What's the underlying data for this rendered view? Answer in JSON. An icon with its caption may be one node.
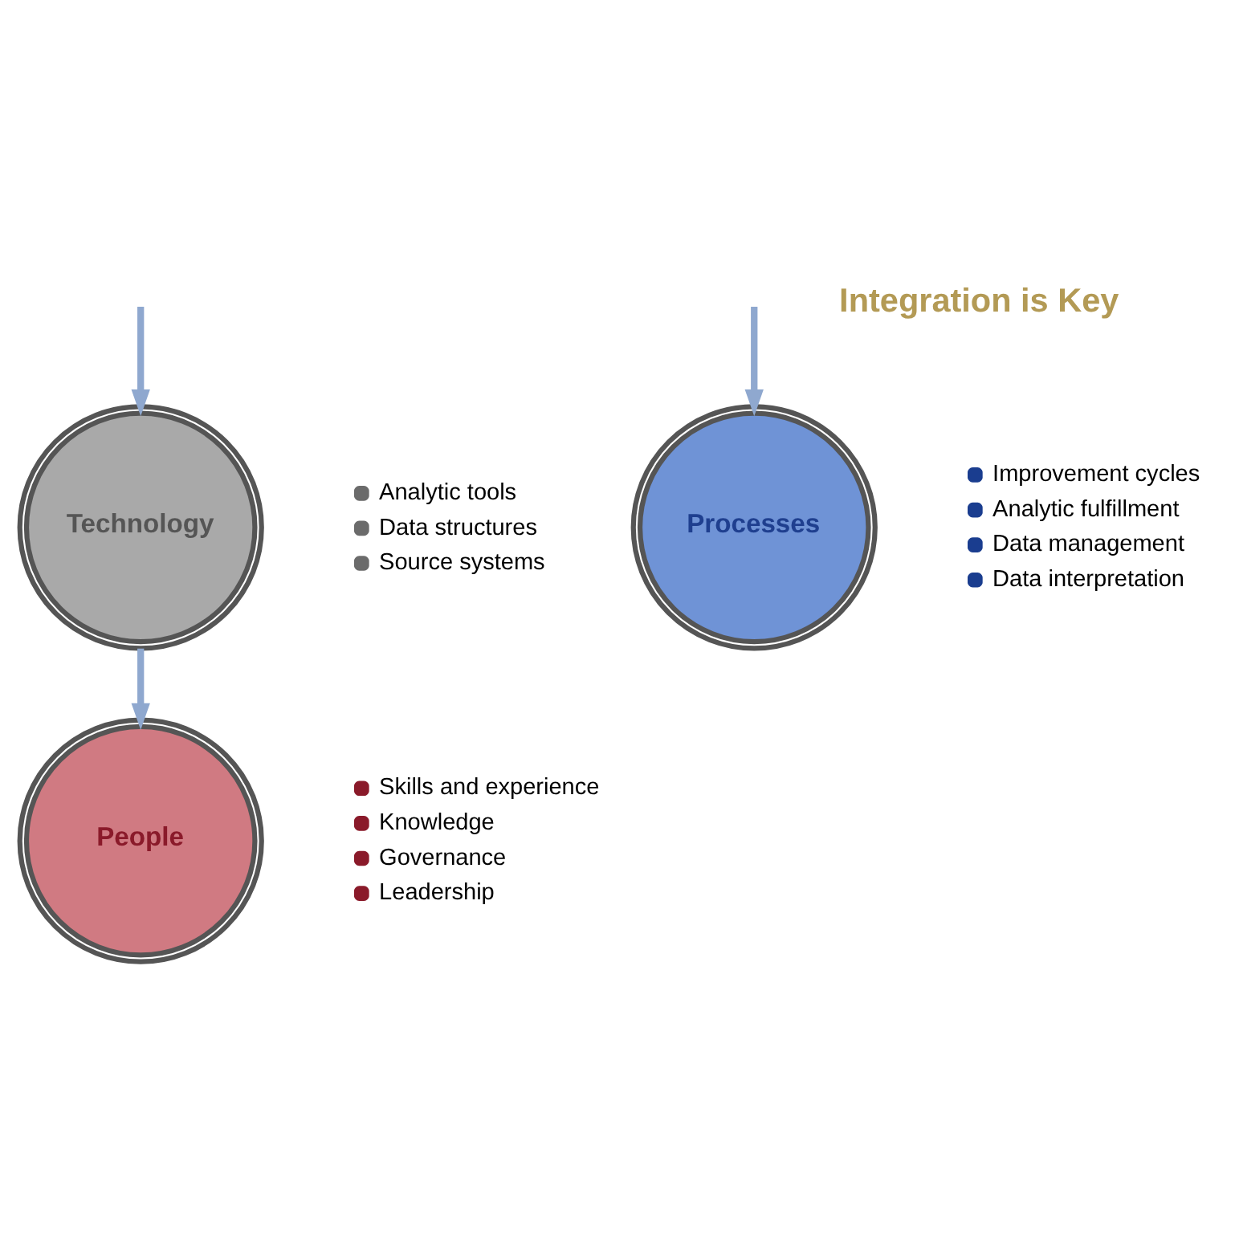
{
  "diagram": {
    "nodes": [
      {
        "text": [
          "Technology"
        ],
        "beside": [
          "Analytic tools",
          "Data structures",
          "Source systems"
        ]
      },
      {
        "text": [
          "Processes"
        ],
        "beside": [
          "Improvement cycles",
          "Analytic fulfillment",
          "Data management",
          "Data interpretation"
        ]
      },
      {
        "text": [
          "People"
        ],
        "beside": [
          "Skills and experience",
          "Knowledge",
          "Governance",
          "Leadership"
        ]
      }
    ],
    "edges": [
      {
        "from": null,
        "to": 0,
        "arrow": "to"
      },
      {
        "from": null,
        "to": 1,
        "arrow": "to"
      },
      {
        "from": 0,
        "to": 2,
        "arrow": "to"
      }
    ],
    "labels": [
      "Integration is Key"
    ]
  }
}
